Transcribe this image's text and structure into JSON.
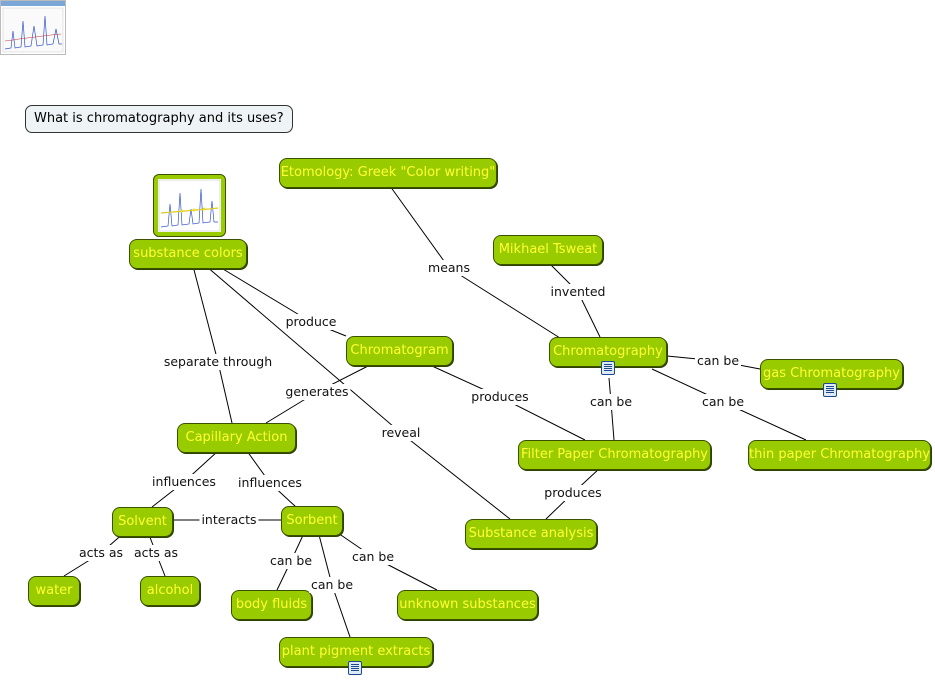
{
  "question": "What is chromatography and its uses?",
  "nodes": {
    "etymology": "Etomology: Greek \"Color writing\"",
    "mikhael": "Mikhael Tsweat",
    "substance_colors": "substance colors",
    "chromatogram": "Chromatogram",
    "chromatography": "Chromatography",
    "gas": "gas Chromatography",
    "thin_paper": "thin paper Chromatography",
    "filter_paper": "Filter Paper Chromatography",
    "capillary": "Capillary Action",
    "solvent": "Solvent",
    "sorbent": "Sorbent",
    "substance_analysis": "Substance analysis",
    "water": "water",
    "alcohol": "alcohol",
    "body_fluids": "body fluids",
    "unknown_substances": "unknown substances",
    "plant_pigment": "plant pigment extracts"
  },
  "links": {
    "means": "means",
    "invented": "invented",
    "produce": "produce",
    "separate_through": "separate through",
    "generates": "generates",
    "produces_chromatogram": "produces",
    "reveal": "reveal",
    "can_be_gas": "can be",
    "can_be_filter": "can be",
    "can_be_thin": "can be",
    "produces_filter": "produces",
    "influences_solvent": "influences",
    "influences_sorbent": "influences",
    "interacts": "interacts",
    "acts_as_water": "acts as",
    "acts_as_alcohol": "acts as",
    "can_be_body": "can be",
    "can_be_plant": "can be",
    "can_be_unknown": "can be"
  },
  "colors": {
    "node_fill": "#99cc00",
    "node_text": "#ffff33",
    "node_border": "#3a5200",
    "line": "#000000"
  },
  "icons": [
    "document-icon",
    "chromatogram-image"
  ]
}
